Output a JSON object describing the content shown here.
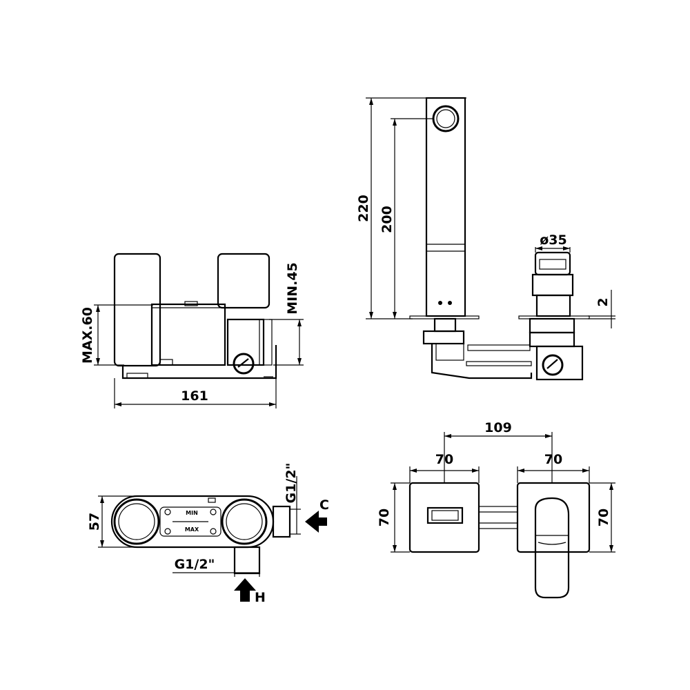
{
  "front_view": {
    "width_label": "161",
    "max_depth_label": "MAX.60",
    "min_depth_label": "MIN.45"
  },
  "side_view": {
    "height_total_label": "220",
    "height_spout_label": "200",
    "diameter_label": "ø35",
    "plate_label": "2"
  },
  "top_view": {
    "depth_label": "57",
    "inlet_cold_thread": "G1/2\"",
    "inlet_hot_thread": "G1/2\"",
    "cold_label": "C",
    "hot_label": "H",
    "min_label": "MIN",
    "max_label": "MAX"
  },
  "plate_view": {
    "center_distance_label": "109",
    "left_width_label": "70",
    "right_width_label": "70",
    "left_height_label": "70",
    "right_height_label": "70"
  }
}
